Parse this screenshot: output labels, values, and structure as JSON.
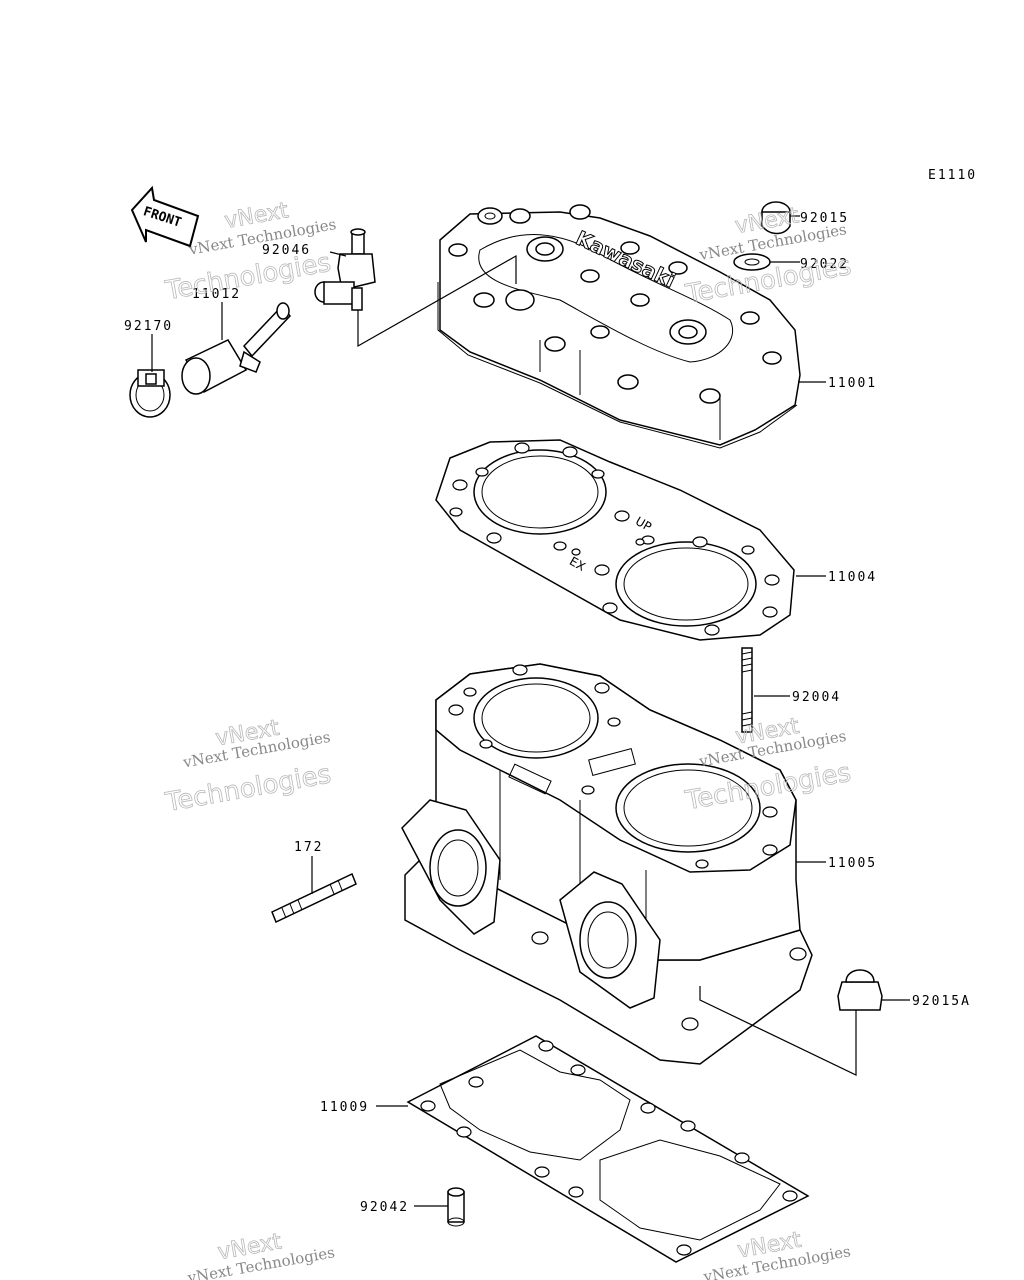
{
  "diagram_code": "E1110",
  "front_label": "FRONT",
  "watermark": {
    "line1": "vNext",
    "line2": "Technologies",
    "small": "vNext Technologies"
  },
  "parts": [
    {
      "id": "92015",
      "label": "92015"
    },
    {
      "id": "92022",
      "label": "92022"
    },
    {
      "id": "11001",
      "label": "11001"
    },
    {
      "id": "92046",
      "label": "92046"
    },
    {
      "id": "11012",
      "label": "11012"
    },
    {
      "id": "92170",
      "label": "92170"
    },
    {
      "id": "11004",
      "label": "11004"
    },
    {
      "id": "92004",
      "label": "92004"
    },
    {
      "id": "11005",
      "label": "11005"
    },
    {
      "id": "172",
      "label": "172"
    },
    {
      "id": "92015A",
      "label": "92015A"
    },
    {
      "id": "11009",
      "label": "11009"
    },
    {
      "id": "92042",
      "label": "92042"
    }
  ],
  "engraving": {
    "head_brand": "Kawasaki",
    "gasket_up": "UP",
    "gasket_ex": "EX"
  }
}
